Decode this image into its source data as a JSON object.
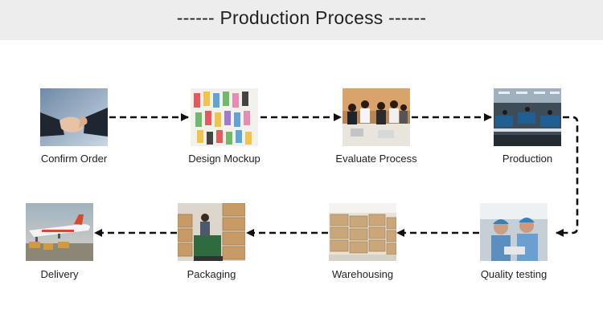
{
  "header": {
    "title": "------ Production Process ------"
  },
  "steps": [
    {
      "label": "Confirm Order"
    },
    {
      "label": "Design Mockup"
    },
    {
      "label": "Evaluate Process"
    },
    {
      "label": "Production"
    },
    {
      "label": "Quality testing"
    },
    {
      "label": "Warehousing"
    },
    {
      "label": "Packaging"
    },
    {
      "label": "Delivery"
    }
  ],
  "colors": {
    "header_bg": "#ededed",
    "arrow": "#111111",
    "text": "#222222"
  }
}
